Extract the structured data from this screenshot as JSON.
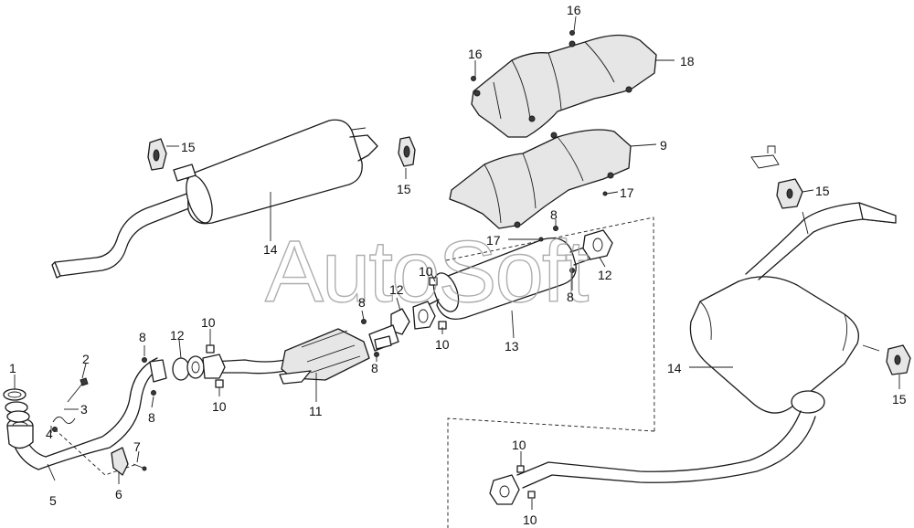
{
  "watermark": "AutoSoft",
  "callouts": [
    {
      "id": "c1",
      "text": "1"
    },
    {
      "id": "c2",
      "text": "2"
    },
    {
      "id": "c3",
      "text": "3"
    },
    {
      "id": "c4",
      "text": "4"
    },
    {
      "id": "c5",
      "text": "5"
    },
    {
      "id": "c6",
      "text": "6"
    },
    {
      "id": "c7",
      "text": "7"
    },
    {
      "id": "c8a",
      "text": "8"
    },
    {
      "id": "c8b",
      "text": "8"
    },
    {
      "id": "c8c",
      "text": "8"
    },
    {
      "id": "c8d",
      "text": "8"
    },
    {
      "id": "c8e",
      "text": "8"
    },
    {
      "id": "c8f",
      "text": "8"
    },
    {
      "id": "c9",
      "text": "9"
    },
    {
      "id": "c10a",
      "text": "10"
    },
    {
      "id": "c10b",
      "text": "10"
    },
    {
      "id": "c10c",
      "text": "10"
    },
    {
      "id": "c10d",
      "text": "10"
    },
    {
      "id": "c10e",
      "text": "10"
    },
    {
      "id": "c10f",
      "text": "10"
    },
    {
      "id": "c11",
      "text": "11"
    },
    {
      "id": "c12a",
      "text": "12"
    },
    {
      "id": "c12b",
      "text": "12"
    },
    {
      "id": "c12c",
      "text": "12"
    },
    {
      "id": "c13",
      "text": "13"
    },
    {
      "id": "c14a",
      "text": "14"
    },
    {
      "id": "c14b",
      "text": "14"
    },
    {
      "id": "c15a",
      "text": "15"
    },
    {
      "id": "c15b",
      "text": "15"
    },
    {
      "id": "c15c",
      "text": "15"
    },
    {
      "id": "c15d",
      "text": "15"
    },
    {
      "id": "c16a",
      "text": "16"
    },
    {
      "id": "c16b",
      "text": "16"
    },
    {
      "id": "c17a",
      "text": "17"
    },
    {
      "id": "c17b",
      "text": "17"
    },
    {
      "id": "c18",
      "text": "18"
    }
  ]
}
